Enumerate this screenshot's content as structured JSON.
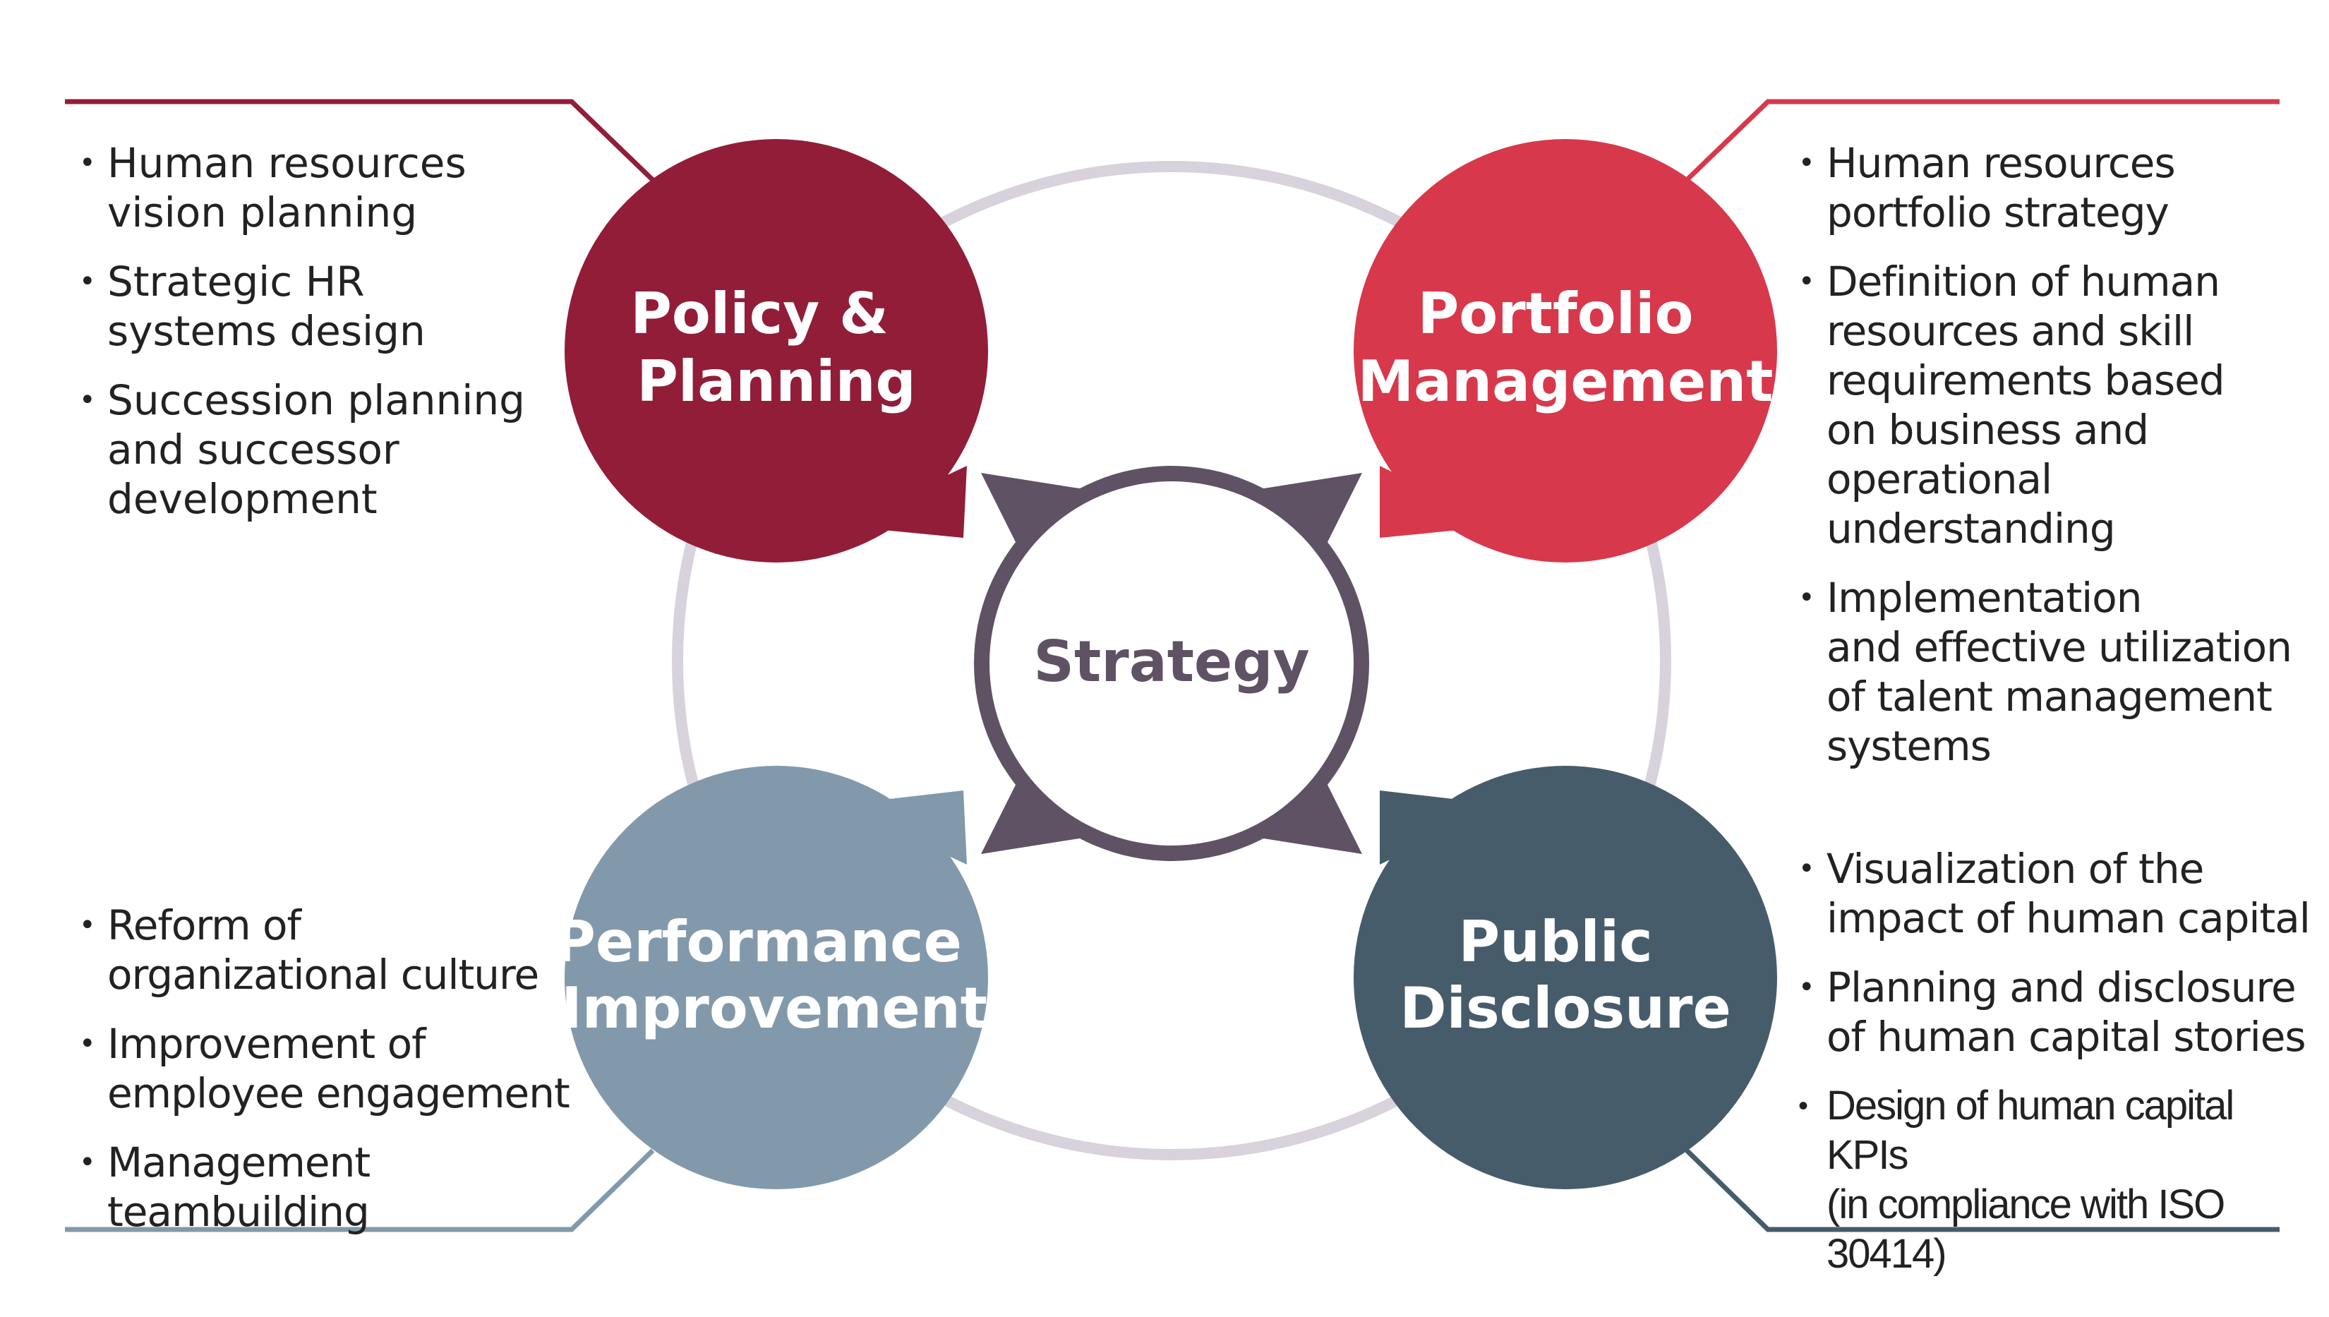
{
  "center": {
    "label": "Strategy"
  },
  "quadrants": {
    "top_left": {
      "title": [
        "Policy &",
        "Planning"
      ],
      "color": "#921d39",
      "items": [
        "Human resources\nvision planning",
        "Strategic HR\nsystems design",
        "Succession planning\nand successor\ndevelopment"
      ]
    },
    "top_right": {
      "title": [
        "Portfolio",
        "Management"
      ],
      "color": "#d8384c",
      "items": [
        "Human resources\nportfolio strategy",
        "Definition of human\nresources and skill\nrequirements based\non business and\noperational understanding",
        "Implementation\nand effective utilization\nof talent management\nsystems"
      ]
    },
    "bottom_left": {
      "title": [
        "Performance",
        "Improvement"
      ],
      "color": "#8299ab",
      "items": [
        "Reform of\norganizational culture",
        "Improvement of\nemployee engagement",
        "Management teambuilding"
      ]
    },
    "bottom_right": {
      "title": [
        "Public",
        "Disclosure"
      ],
      "color": "#465c6b",
      "items": [
        "Visualization of the\nimpact of human capital",
        "Planning and disclosure\nof human capital stories",
        "Design of human capital KPIs\n(in compliance with ISO 30414)"
      ]
    }
  },
  "colors": {
    "hub": "#5e5264",
    "ring": "#d8d2dc"
  }
}
